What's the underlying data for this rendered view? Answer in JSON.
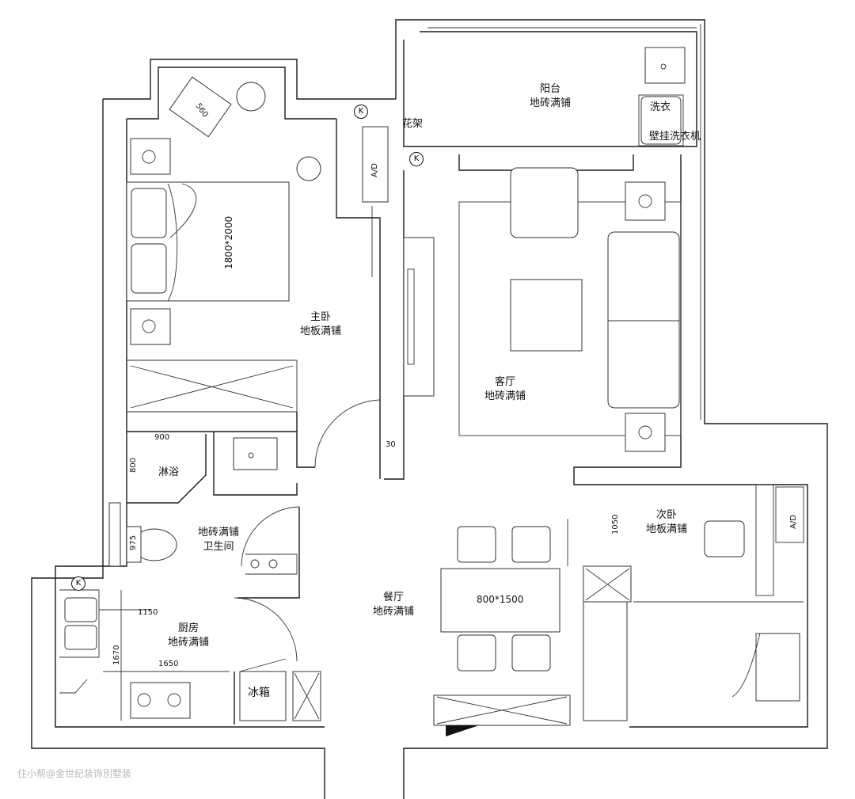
{
  "rooms": {
    "balcony": {
      "name": "阳台",
      "floor": "地砖满铺"
    },
    "master": {
      "name": "主卧",
      "floor": "地板满铺"
    },
    "living": {
      "name": "客厅",
      "floor": "地砖满铺"
    },
    "bath": {
      "name": "卫生间",
      "floor": "地砖满铺"
    },
    "second": {
      "name": "次卧",
      "floor": "地板满铺"
    },
    "dining": {
      "name": "餐厅",
      "floor": "地砖满铺"
    },
    "kitchen": {
      "name": "厨房",
      "floor": "地砖满铺"
    }
  },
  "labels": {
    "flower_rack": "花架",
    "washer_short": "洗衣",
    "wall_washer": "壁挂洗衣机",
    "shower": "淋浴",
    "fridge": "冰箱",
    "ad1": "A/D",
    "ad2": "A/D",
    "k1": "K",
    "k2": "K",
    "k3": "K"
  },
  "dimensions": {
    "bed": "1800*2000",
    "chair": "560",
    "door": "30",
    "shower_w": "900",
    "shower_h": "800",
    "toilet": "975",
    "sink_run": "1150",
    "counter_depth": "1670",
    "counter_run": "1650",
    "second_dim": "1050",
    "table": "800*1500"
  },
  "watermark": "住小帮@金世纪装饰別墅装"
}
